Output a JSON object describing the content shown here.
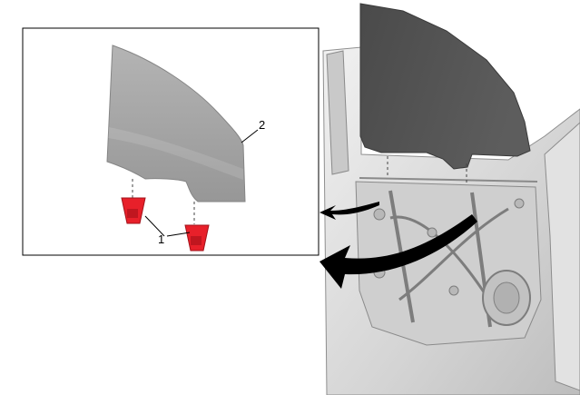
{
  "diagram": {
    "callouts": [
      {
        "id": "clip",
        "label": "1"
      },
      {
        "id": "window-glass",
        "label": "2"
      }
    ]
  },
  "colors": {
    "glass_detail": "#a9a9a9",
    "glass_installed": "#555555",
    "clip_red": "#e8202a",
    "door_frame": "#d9d9d9",
    "arrow": "#000000",
    "inset_border": "#000000"
  }
}
